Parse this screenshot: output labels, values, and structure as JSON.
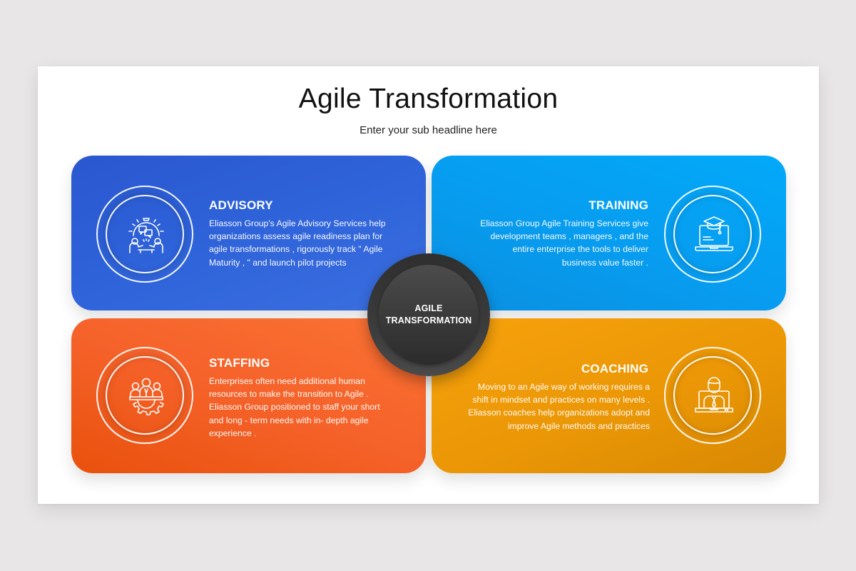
{
  "slide": {
    "title": "Agile Transformation",
    "subtitle": "Enter your sub headline here"
  },
  "hub": {
    "line1": "AGILE",
    "line2": "TRANSFORMATION"
  },
  "cards": [
    {
      "id": "advisory",
      "heading": "ADVISORY",
      "icon": "team-gear-chat-icon",
      "color": "#2e62d9",
      "body": "Eliasson Group's Agile Advisory Services help organizations assess agile readiness plan for agile transformations , rigorously track \" Agile Maturity , \" and launch pilot projects"
    },
    {
      "id": "training",
      "heading": "TRAINING",
      "icon": "laptop-graduation-cap-icon",
      "color": "#079cef",
      "body": "Eliasson Group Agile Training Services give development teams , managers , and the entire enterprise the tools to deliver business value faster ."
    },
    {
      "id": "staffing",
      "heading": "STAFFING",
      "icon": "team-gear-icon",
      "color": "#f5622a",
      "body": "Enterprises often need additional human resources to make the transition to Agile . Eliasson Group positioned to staff your short and long - term needs with in- depth agile experience ."
    },
    {
      "id": "coaching",
      "heading": "COACHING",
      "icon": "laptop-person-icon",
      "color": "#eb9706",
      "body": "Moving to an Agile way of working requires a shift in mindset and practices on many levels . Eliasson coaches help organizations adopt and improve Agile methods and practices"
    }
  ]
}
